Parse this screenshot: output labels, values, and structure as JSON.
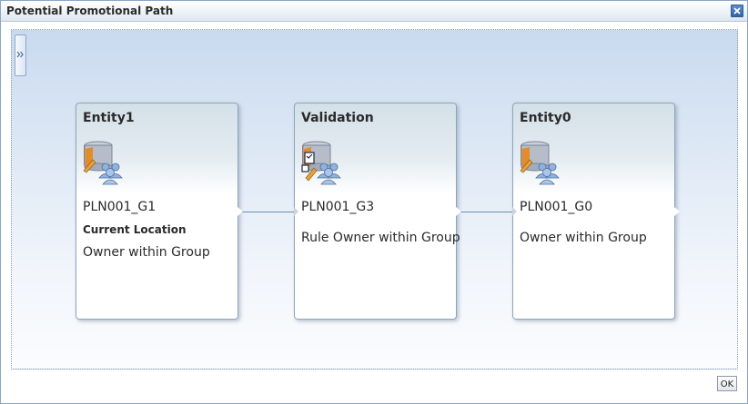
{
  "dialog": {
    "title": "Potential Promotional Path",
    "ok_label": "OK"
  },
  "icons": {
    "close": "close-icon",
    "panel_toggle": "double-chevron-right-icon",
    "node": "database-users-icon",
    "validation_overlay": "checklist-pencil-icon"
  },
  "colors": {
    "canvas_top": "#c9daef",
    "node_border": "#8ea5bd",
    "connector": "#6e8fb0"
  },
  "nodes": [
    {
      "title": "Entity1",
      "code": "PLN001_G1",
      "status": "Current Location",
      "role": "Owner within Group"
    },
    {
      "title": "Validation",
      "code": "PLN001_G3",
      "status": "",
      "role": "Rule Owner within Group"
    },
    {
      "title": "Entity0",
      "code": "PLN001_G0",
      "status": "",
      "role": "Owner within Group"
    }
  ]
}
